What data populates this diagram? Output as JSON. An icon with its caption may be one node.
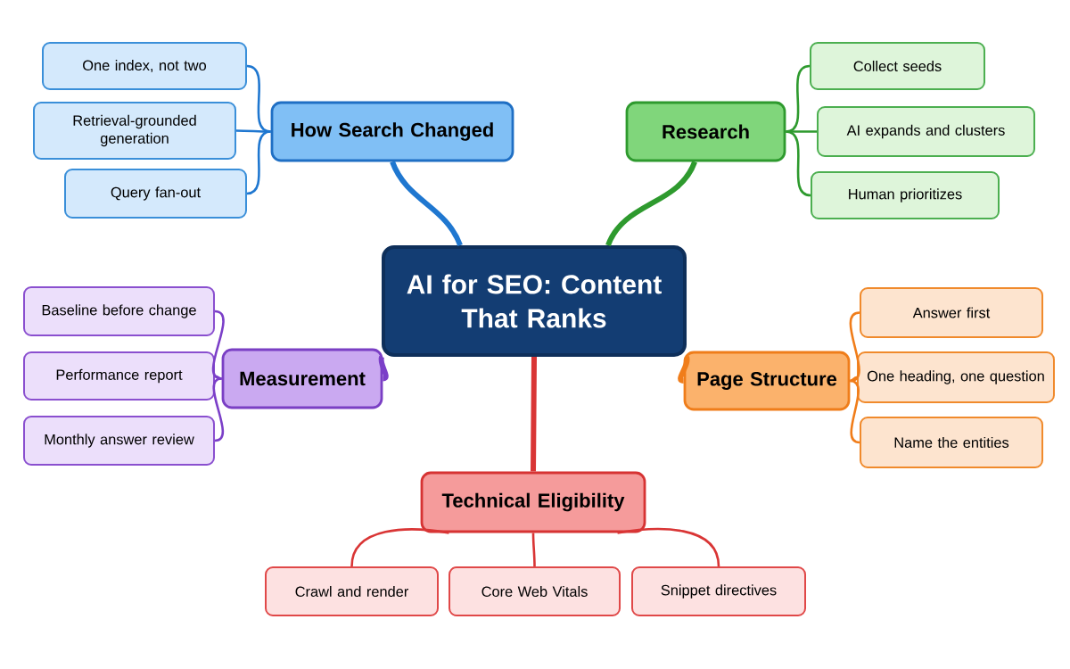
{
  "diagram": {
    "nodes": [
      {
        "text": [
          "AI for SEO: Content That Ranks"
        ]
      },
      {
        "text": [
          "How Search Changed"
        ]
      },
      {
        "text": [
          "One index, not two"
        ]
      },
      {
        "text": [
          "Retrieval-grounded generation"
        ]
      },
      {
        "text": [
          "Query fan-out"
        ]
      },
      {
        "text": [
          "Research"
        ]
      },
      {
        "text": [
          "Collect seeds"
        ]
      },
      {
        "text": [
          "AI expands and clusters"
        ]
      },
      {
        "text": [
          "Human prioritizes"
        ]
      },
      {
        "text": [
          "Measurement"
        ]
      },
      {
        "text": [
          "Baseline before change"
        ]
      },
      {
        "text": [
          "Performance report"
        ]
      },
      {
        "text": [
          "Monthly answer review"
        ]
      },
      {
        "text": [
          "Page Structure"
        ]
      },
      {
        "text": [
          "Answer first"
        ]
      },
      {
        "text": [
          "One heading, one question"
        ]
      },
      {
        "text": [
          "Name the entities"
        ]
      },
      {
        "text": [
          "Technical Eligibility"
        ]
      },
      {
        "text": [
          "Crawl and render"
        ]
      },
      {
        "text": [
          "Core Web Vitals"
        ]
      },
      {
        "text": [
          "Snippet directives"
        ]
      }
    ],
    "edges": [
      {
        "from": 0,
        "to": 1,
        "arrow": "none",
        "style": "thick",
        "color": "#1f77d0"
      },
      {
        "from": 0,
        "to": 5,
        "arrow": "none",
        "style": "thick",
        "color": "#2e9a2e"
      },
      {
        "from": 0,
        "to": 9,
        "arrow": "none",
        "style": "thick",
        "color": "#7b3fc8"
      },
      {
        "from": 0,
        "to": 13,
        "arrow": "none",
        "style": "thick",
        "color": "#f07d1a"
      },
      {
        "from": 0,
        "to": 17,
        "arrow": "none",
        "style": "thick",
        "color": "#d93535"
      },
      {
        "from": 1,
        "to": 2,
        "arrow": "none",
        "color": "#1f77d0"
      },
      {
        "from": 1,
        "to": 3,
        "arrow": "none",
        "color": "#1f77d0"
      },
      {
        "from": 1,
        "to": 4,
        "arrow": "none",
        "color": "#1f77d0"
      },
      {
        "from": 5,
        "to": 6,
        "arrow": "none",
        "color": "#2e9a2e"
      },
      {
        "from": 5,
        "to": 7,
        "arrow": "none",
        "color": "#2e9a2e"
      },
      {
        "from": 5,
        "to": 8,
        "arrow": "none",
        "color": "#2e9a2e"
      },
      {
        "from": 9,
        "to": 10,
        "arrow": "none",
        "color": "#7b3fc8"
      },
      {
        "from": 9,
        "to": 11,
        "arrow": "none",
        "color": "#7b3fc8"
      },
      {
        "from": 9,
        "to": 12,
        "arrow": "none",
        "color": "#7b3fc8"
      },
      {
        "from": 13,
        "to": 14,
        "arrow": "none",
        "color": "#f07d1a"
      },
      {
        "from": 13,
        "to": 15,
        "arrow": "none",
        "color": "#f07d1a"
      },
      {
        "from": 13,
        "to": 16,
        "arrow": "none",
        "color": "#f07d1a"
      },
      {
        "from": 17,
        "to": 18,
        "arrow": "none",
        "color": "#d93535"
      },
      {
        "from": 17,
        "to": 19,
        "arrow": "none",
        "color": "#d93535"
      },
      {
        "from": 17,
        "to": 20,
        "arrow": "none",
        "color": "#d93535"
      }
    ]
  }
}
